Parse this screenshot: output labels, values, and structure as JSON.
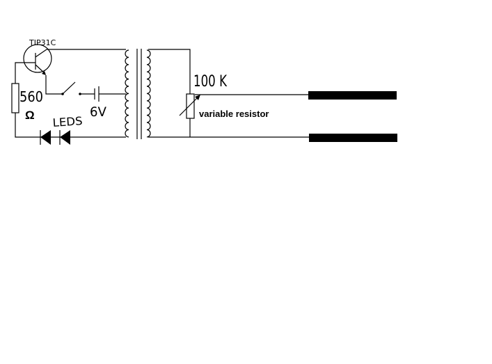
{
  "labels": {
    "transistor": "TIP31C",
    "resistor_value": "560",
    "resistor_unit": "Ω",
    "leds": "LEDS",
    "battery": "6V",
    "pot_value": "100 K",
    "pot_label": "variable resistor"
  },
  "colors": {
    "ink": "#000000",
    "background": "#ffffff"
  }
}
